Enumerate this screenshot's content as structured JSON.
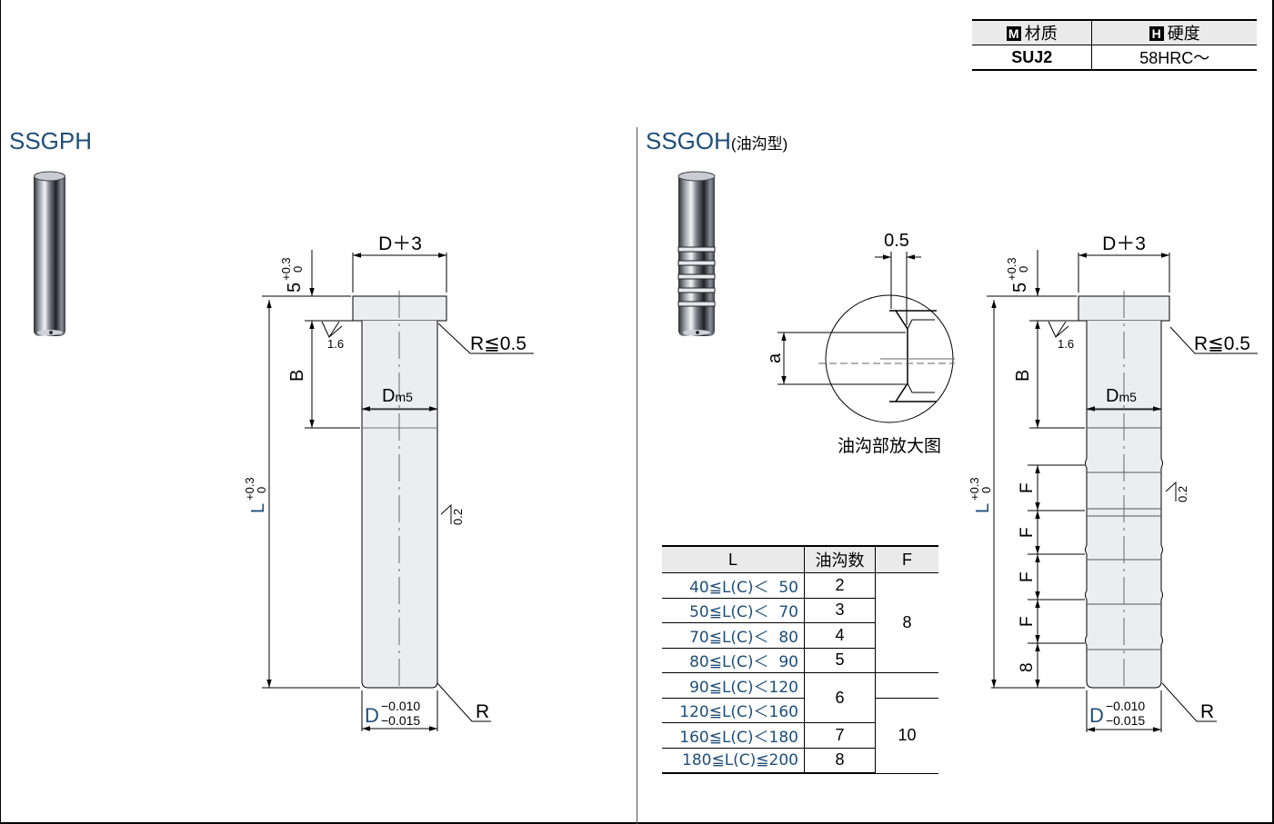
{
  "material_table": {
    "headers": [
      {
        "badge": "M",
        "label": "材质"
      },
      {
        "badge": "H",
        "label": "硬度"
      }
    ],
    "values": [
      "SUJ2",
      "58HRC～"
    ]
  },
  "left_panel": {
    "title": "SSGPH",
    "head_width_label": "D＋3",
    "head_height_label": "5",
    "head_height_tol_upper": "+0.3",
    "head_height_tol_lower": "0",
    "roughness_head": "1.6",
    "roughness_body": "0.2",
    "radius_label": "R≦0.5",
    "b_label": "B",
    "dm5_main": "D",
    "dm5_sub": "m5",
    "l_main": "L",
    "l_tol_upper": "+0.3",
    "l_tol_lower": "0",
    "d_main": "D",
    "d_tol_upper": "−0.010",
    "d_tol_lower": "−0.015",
    "end_r_label": "R"
  },
  "right_panel": {
    "title": "SSGOH",
    "title_suffix": "(油沟型)",
    "detail_width_label": "0.5",
    "detail_a_label": "a",
    "detail_caption": "油沟部放大图",
    "head_width_label": "D＋3",
    "head_height_label": "5",
    "head_height_tol_upper": "+0.3",
    "head_height_tol_lower": "0",
    "roughness_head": "1.6",
    "roughness_body": "0.2",
    "radius_label": "R≦0.5",
    "b_label": "B",
    "dm5_main": "D",
    "dm5_sub": "m5",
    "l_main": "L",
    "l_tol_upper": "+0.3",
    "l_tol_lower": "0",
    "f_label": "F",
    "bottom_label": "8",
    "d_main": "D",
    "d_tol_upper": "−0.010",
    "d_tol_lower": "−0.015",
    "end_r_label": "R"
  },
  "oil_table": {
    "headers": [
      "L",
      "油沟数",
      "F"
    ],
    "rows": [
      {
        "range": "40≦L(C)＜  50",
        "count": "2"
      },
      {
        "range": "50≦L(C)＜  70",
        "count": "3"
      },
      {
        "range": "70≦L(C)＜  80",
        "count": "4"
      },
      {
        "range": "80≦L(C)＜  90",
        "count": "5"
      },
      {
        "range": "90≦L(C)＜120",
        "count": "6"
      },
      {
        "range": "120≦L(C)＜160",
        "count": ""
      },
      {
        "range": "160≦L(C)＜180",
        "count": "7"
      },
      {
        "range": "180≦L(C)≦200",
        "count": "8"
      }
    ],
    "f_values": [
      "8",
      "10"
    ]
  },
  "colors": {
    "accent_blue": "#1f4e79",
    "part_fill": "#ebedf1",
    "table_header": "#eaeaea"
  }
}
